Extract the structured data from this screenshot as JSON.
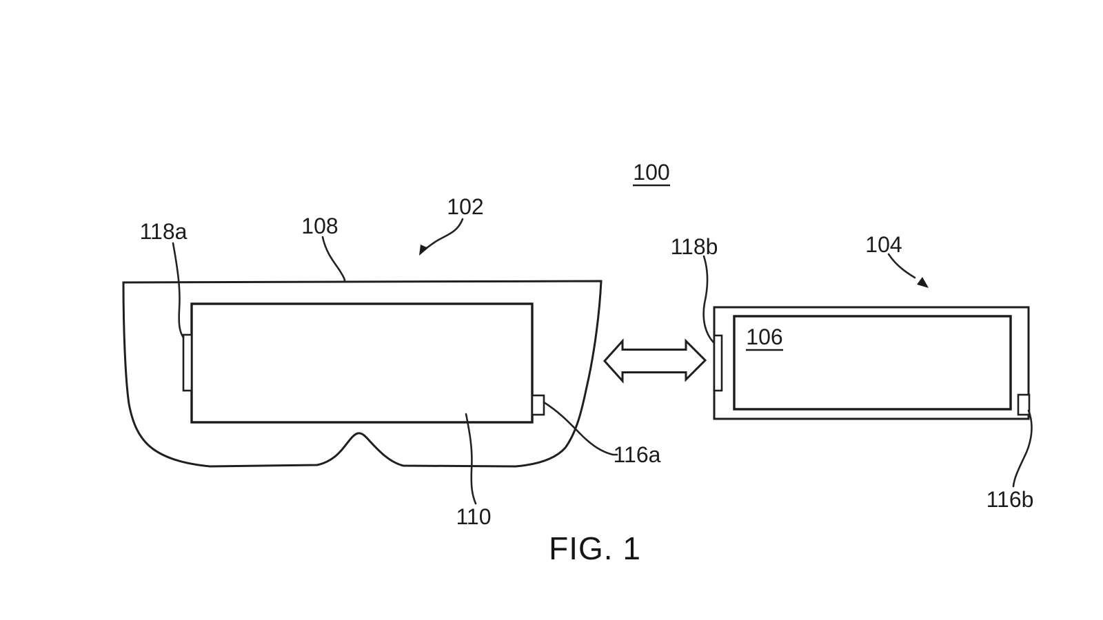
{
  "figure": {
    "caption": "FIG. 1",
    "reference_numerals": {
      "system": "100",
      "headset": "102",
      "external_device": "104",
      "external_device_screen": "106",
      "headset_body": "108",
      "headset_display": "110",
      "headset_port": "116a",
      "device_port": "116b",
      "headset_connector": "118a",
      "device_connector": "118b"
    },
    "colors": {
      "line": "#1f1f1f",
      "background": "#ffffff"
    }
  }
}
